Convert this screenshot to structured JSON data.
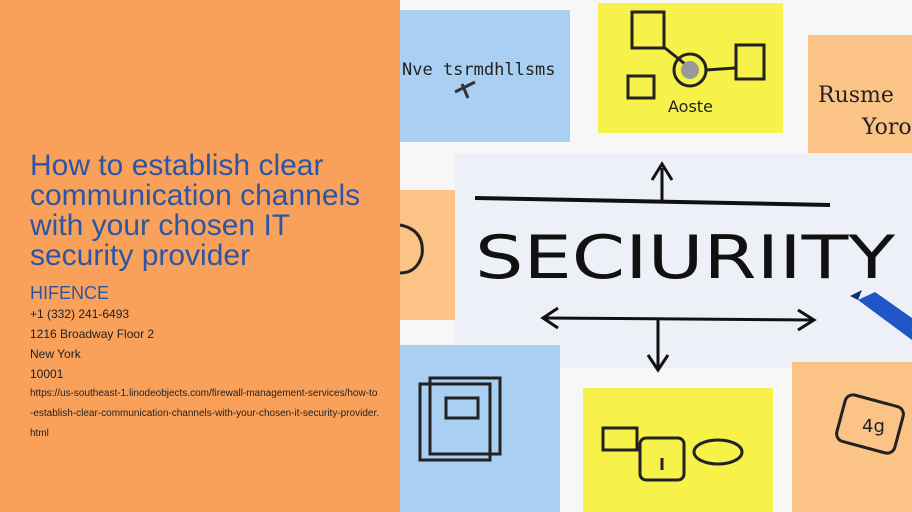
{
  "article": {
    "title": "How to establish clear communication channels with your chosen IT security provider",
    "company": "HIFENCE",
    "phone": "+1 (332) 241-6493",
    "address": "1216 Broadway Floor 2",
    "city": "New York",
    "zip": "10001",
    "url": "https://us-southeast-1.linodeobjects.com/firewall-management-services/how-to-establish-clear-communication-channels-with-your-chosen-it-security-provider.html"
  },
  "illustration": {
    "main_sign": "SECIURIITY",
    "note_top_left": "Nve tsrmdhllsms",
    "note_top_mid": "Aoste",
    "note_right_line1": "Rusme",
    "note_right_line2": "Yoro",
    "note_bottom_right": "4g"
  },
  "colors": {
    "panel": "#f9a15b",
    "title": "#2b56a5",
    "note_blue": "#a9cff3",
    "note_yellow": "#f6f24a",
    "note_orange": "#fbc486",
    "sign": "#eef0f7"
  }
}
